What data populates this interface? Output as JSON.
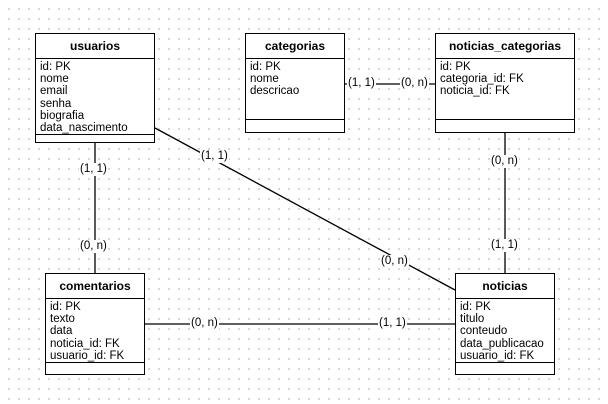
{
  "diagram": {
    "entities": {
      "usuarios": {
        "title": "usuarios",
        "fields": [
          "id: PK",
          "nome",
          "email",
          "senha",
          "biografia",
          "data_nascimento"
        ]
      },
      "categorias": {
        "title": "categorias",
        "fields": [
          "id: PK",
          "nome",
          "descricao"
        ]
      },
      "noticias_categorias": {
        "title": "noticias_categorias",
        "fields": [
          "id: PK",
          "categoria_id: FK",
          "noticia_id: FK"
        ]
      },
      "comentarios": {
        "title": "comentarios",
        "fields": [
          "id: PK",
          "texto",
          "data",
          "noticia_id: FK",
          "usuario_id: FK"
        ]
      },
      "noticias": {
        "title": "noticias",
        "fields": [
          "id: PK",
          "titulo",
          "conteudo",
          "data_publicacao",
          "usuario_id: FK"
        ]
      }
    },
    "relationships": {
      "usuarios_comentarios": {
        "from_cardinality": "(1, 1)",
        "to_cardinality": "(0, n)"
      },
      "usuarios_noticias": {
        "from_cardinality": "(1, 1)",
        "to_cardinality": "(0, n)"
      },
      "categorias_noticias_categorias": {
        "from_cardinality": "(1, 1)",
        "to_cardinality": "(0, n)"
      },
      "noticias_categorias_noticias": {
        "from_cardinality": "(0, n)",
        "to_cardinality": "(1, 1)"
      },
      "comentarios_noticias": {
        "from_cardinality": "(0, n)",
        "to_cardinality": "(1, 1)"
      }
    }
  }
}
